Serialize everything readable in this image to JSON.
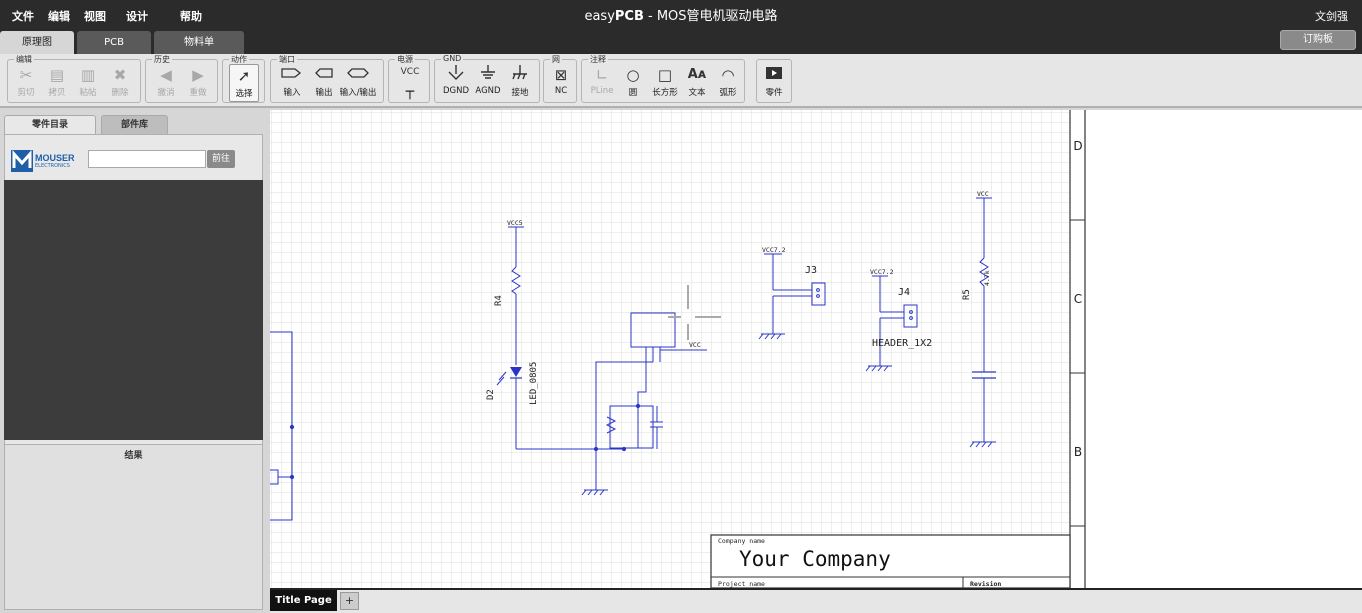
{
  "menu": [
    "文件",
    "编辑",
    "视图",
    "设计",
    "帮助"
  ],
  "title": {
    "prefix": "easy",
    "bold": "PCB",
    "rest": " - MOS管电机驱动电路"
  },
  "user": "文剑强",
  "tabs": [
    "原理图",
    "PCB",
    "物料单"
  ],
  "order_button": "订购板",
  "toolbar": {
    "groups": {
      "edit": "编辑",
      "history": "历史",
      "action": "动作",
      "port": "端口",
      "power": "电源",
      "gnd": "GND",
      "net": "网",
      "annotation": "注释"
    },
    "tools": {
      "cut": "剪切",
      "copy": "拷贝",
      "paste": "粘帖",
      "delete": "删除",
      "undo": "撤消",
      "redo": "重做",
      "select": "选择",
      "input": "输入",
      "output": "输出",
      "inout": "输入/输出",
      "vcc": "VCC",
      "dgnd": "DGND",
      "agnd": "AGND",
      "ground": "接地",
      "nc": "NC",
      "pline": "PLine",
      "circle": "圆",
      "rect": "长方形",
      "text": "文本",
      "arc": "弧形",
      "parts": "零件"
    }
  },
  "left_panel": {
    "tabs": [
      "零件目录",
      "部件库"
    ],
    "logo": {
      "line1": "MOUSER",
      "line2": "ELECTRONICS"
    },
    "search_value": "",
    "go_button": "前往",
    "results_title": "结果"
  },
  "schematic": {
    "nets": {
      "vcc5": "VCC5",
      "vcc": "VCC",
      "vcc72a": "VCC7.2",
      "vcc72b": "VCC7.2",
      "vcc_top": "VCC"
    },
    "refs": {
      "r4": "R4",
      "d2": "D2",
      "led": "LED_0805",
      "j3": "J3",
      "j4": "J4",
      "header": "HEADER_1X2",
      "r5": "R5",
      "r5val": "4.7k"
    },
    "zones": [
      "D",
      "C",
      "B"
    ],
    "title_block": {
      "company_label": "Company name",
      "company": "Your Company",
      "project_label": "Project name",
      "revision_label": "Revision"
    }
  },
  "page_tabs": [
    "Title Page"
  ],
  "add_page": "+"
}
